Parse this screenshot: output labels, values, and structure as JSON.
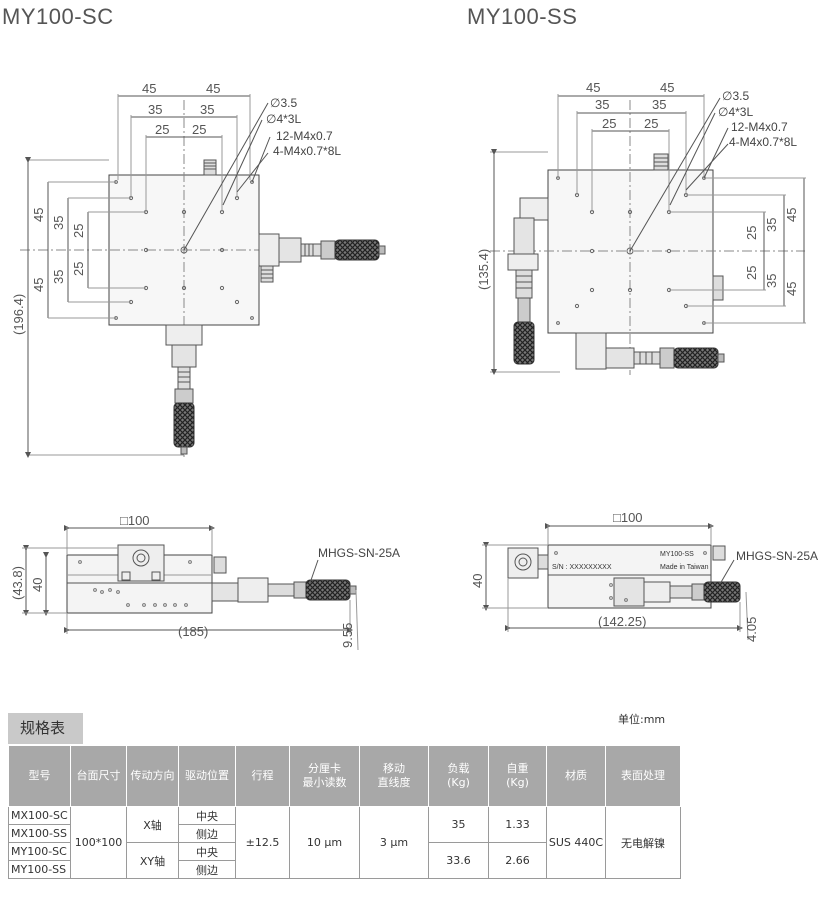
{
  "titles": {
    "left": "MY100-SC",
    "right": "MY100-SS"
  },
  "dims_sc": {
    "d45a": "45",
    "d45b": "45",
    "d35a": "35",
    "d35b": "35",
    "d25a": "25",
    "d25b": "25",
    "h3_5": "∅3.5",
    "h4_3l": "∅4*3L",
    "m12": "12-M4x0.7",
    "m4": "4-M4x0.7*8L",
    "v45a": "45",
    "v35a": "35",
    "v25a": "25",
    "v25b": "25",
    "v35b": "35",
    "v45b": "45",
    "overall": "(196.4)"
  },
  "dims_ss": {
    "d45a": "45",
    "d45b": "45",
    "d35a": "35",
    "d35b": "35",
    "d25a": "25",
    "d25b": "25",
    "h3_5": "∅3.5",
    "h4_3l": "∅4*3L",
    "m12": "12-M4x0.7",
    "m4": "4-M4x0.7*8L",
    "v25a": "25",
    "v35a": "35",
    "v45a": "45",
    "v25b": "25",
    "v35b": "35",
    "v45b": "45",
    "overall": "(135.4)"
  },
  "side_sc": {
    "width": "□100",
    "height43": "(43.8)",
    "height40": "40",
    "length": "(185)",
    "micrometer": "MHGS-SN-25A",
    "bottom": "9.55"
  },
  "side_ss": {
    "width": "□100",
    "height40": "40",
    "length": "(142.25)",
    "micrometer": "MHGS-SN-25A",
    "bottom": "4.05",
    "sn": "S/N : XXXXXXXXX",
    "model": "MY100-SS",
    "made": "Made in Taiwan"
  },
  "spec": {
    "tab": "规格表",
    "unit": "单位:mm",
    "headers": [
      "型号",
      "台面尺寸",
      "传动方向",
      "驱动位置",
      "行程",
      "分厘卡\n最小读数",
      "移动\n直线度",
      "负载\n(Kg)",
      "自重\n(Kg)",
      "材质",
      "表面处理"
    ],
    "models": [
      "MX100-SC",
      "MX100-SS",
      "MY100-SC",
      "MY100-SS"
    ],
    "size": "100*100",
    "dir_x": "X轴",
    "dir_xy": "XY轴",
    "pos": [
      "中央",
      "侧边",
      "中央",
      "侧边"
    ],
    "stroke": "±12.5",
    "reading": "10 μm",
    "straight": "3 μm",
    "load": [
      "35",
      "33.6"
    ],
    "weight": [
      "1.33",
      "2.66"
    ],
    "material": "SUS 440C",
    "surface": "无电解镍"
  },
  "colors": {
    "line": "#555555",
    "header": "#a8a8a8",
    "tab": "#c9c9c9",
    "knurl": "#333333"
  }
}
